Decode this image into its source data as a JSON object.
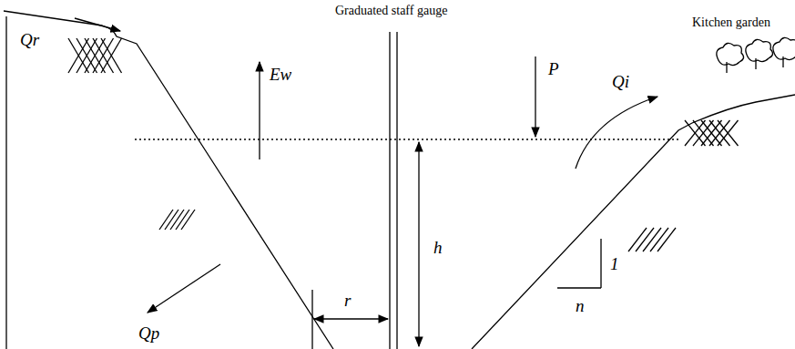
{
  "diagram": {
    "labels": [
      "Qr",
      "Ew",
      "Graduated staff gauge",
      "P",
      "Kitchen garden",
      "Qi",
      "h",
      "r",
      "Qp",
      "1",
      "n"
    ]
  }
}
